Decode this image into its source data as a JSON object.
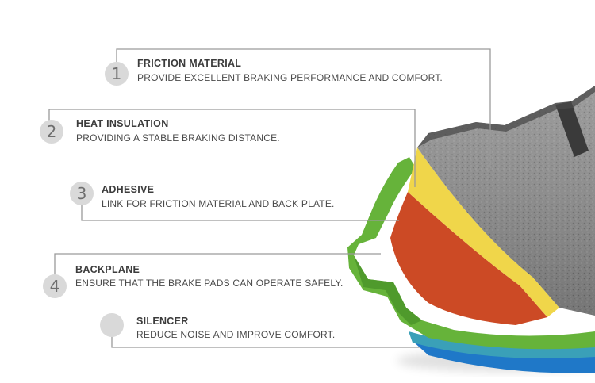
{
  "callouts": [
    {
      "number": "1",
      "title": "FRICTION MATERIAL",
      "description": "PROVIDE EXCELLENT BRAKING PERFORMANCE AND COMFORT."
    },
    {
      "number": "2",
      "title": "HEAT INSULATION",
      "description": "PROVIDING A STABLE BRAKING DISTANCE."
    },
    {
      "number": "3",
      "title": "ADHESIVE",
      "description": "LINK FOR FRICTION MATERIAL AND BACK PLATE."
    },
    {
      "number": "4",
      "title": "BACKPLANE",
      "description": "ENSURE THAT THE BRAKE PADS CAN OPERATE SAFELY."
    },
    {
      "number": "",
      "title": "SILENCER",
      "description": "REDUCE NOISE AND IMPROVE COMFORT."
    }
  ],
  "colors": {
    "friction_material": "#8c8c8c",
    "heat_insulation": "#f0d64a",
    "adhesive": "#cc4a25",
    "backplane": "#66b33a",
    "silencer": "#1f78c8",
    "leader_line": "#9a9a9a",
    "number_circle": "#d9d9d9"
  }
}
